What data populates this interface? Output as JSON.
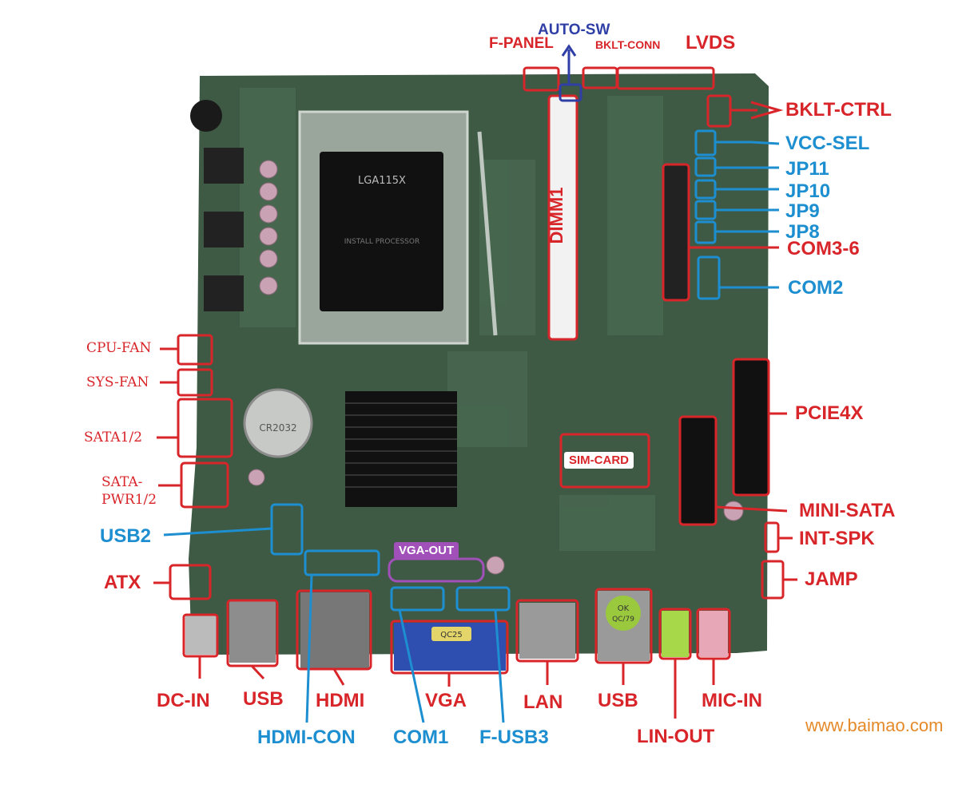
{
  "board": {
    "socket_text": "LGA115X",
    "socket_sub": "INSTALL PROCESSOR",
    "dimm_label": "DIMM1",
    "battery_text": "CR2032",
    "qc_sticker_top": "QC25",
    "qc_sticker_ok": "OK",
    "qc_sticker_code": "QC/79"
  },
  "labels": {
    "auto_sw": "AUTO-SW",
    "f_panel": "F-PANEL",
    "bklt_conn": "BKLT-CONN",
    "lvds": "LVDS",
    "bklt_ctrl": "BKLT-CTRL",
    "vcc_sel": "VCC-SEL",
    "jp11": "JP11",
    "jp10": "JP10",
    "jp9": "JP9",
    "jp8": "JP8",
    "com3_6": "COM3-6",
    "com2": "COM2",
    "pcie4x": "PCIE4X",
    "sim_card": "SIM-CARD",
    "mini_sata": "MINI-SATA",
    "int_spk": "INT-SPK",
    "jamp": "JAMP",
    "cpu_fan": "CPU-FAN",
    "sys_fan": "SYS-FAN",
    "sata12": "SATA1/2",
    "sata_pwr_1": "SATA-",
    "sata_pwr_2": "PWR1/2",
    "usb2": "USB2",
    "atx": "ATX",
    "vga_out": "VGA-OUT",
    "dc_in": "DC-IN",
    "usb_left": "USB",
    "hdmi": "HDMI",
    "vga": "VGA",
    "lan": "LAN",
    "usb_right": "USB",
    "mic_in": "MIC-IN",
    "lin_out": "LIN-OUT",
    "hdmi_con": "HDMI-CON",
    "com1": "COM1",
    "f_usb3": "F-USB3"
  },
  "watermark": "www.baimao.com",
  "colors": {
    "red": "#d8252a",
    "blue": "#1d8fd0",
    "navy": "#2f3fa6",
    "purple": "#a050b8",
    "pcb": "#3e5a45",
    "watermark": "#e58a2a"
  }
}
